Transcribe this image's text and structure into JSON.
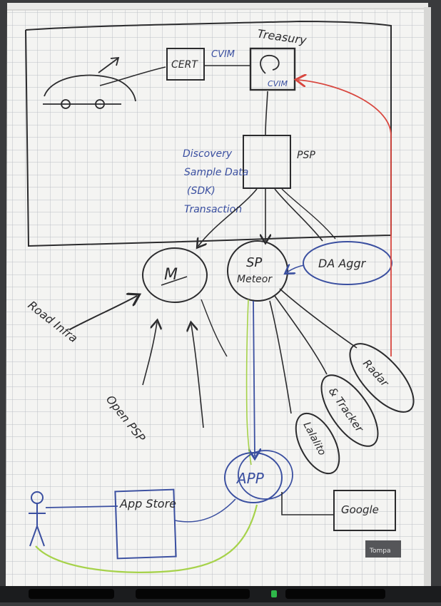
{
  "diagram": {
    "labels": {
      "treasury": "Treasury",
      "cvim_top": "CVIM",
      "cvim_box": "CVIM",
      "cert": "CERT",
      "psp": "PSP",
      "discovery": "Discovery",
      "sample_data": "Sample Data",
      "sdk": "(SDK)",
      "transaction": "Transaction",
      "merchant_symbol": "M",
      "sp_meteor_1": "SP",
      "sp_meteor_2": "Meteor",
      "da_aggr": "DA Aggr",
      "road_infra": "Road Infra",
      "open_psp": "Open PSP",
      "radar": "Radar",
      "tracker": "& Tracker",
      "lalalito": "Lalalito",
      "app": "APP",
      "app_store": "App Store",
      "google": "Google",
      "sticker": "Tompa"
    },
    "colors": {
      "paper": "#f4f4f2",
      "grid": "#b9bcc4",
      "black_marker": "#2b2b2d",
      "blue_marker": "#3a4fa0",
      "red_marker": "#d8463e",
      "green_marker": "#a6d24a",
      "sticker_bg": "#555659"
    }
  }
}
